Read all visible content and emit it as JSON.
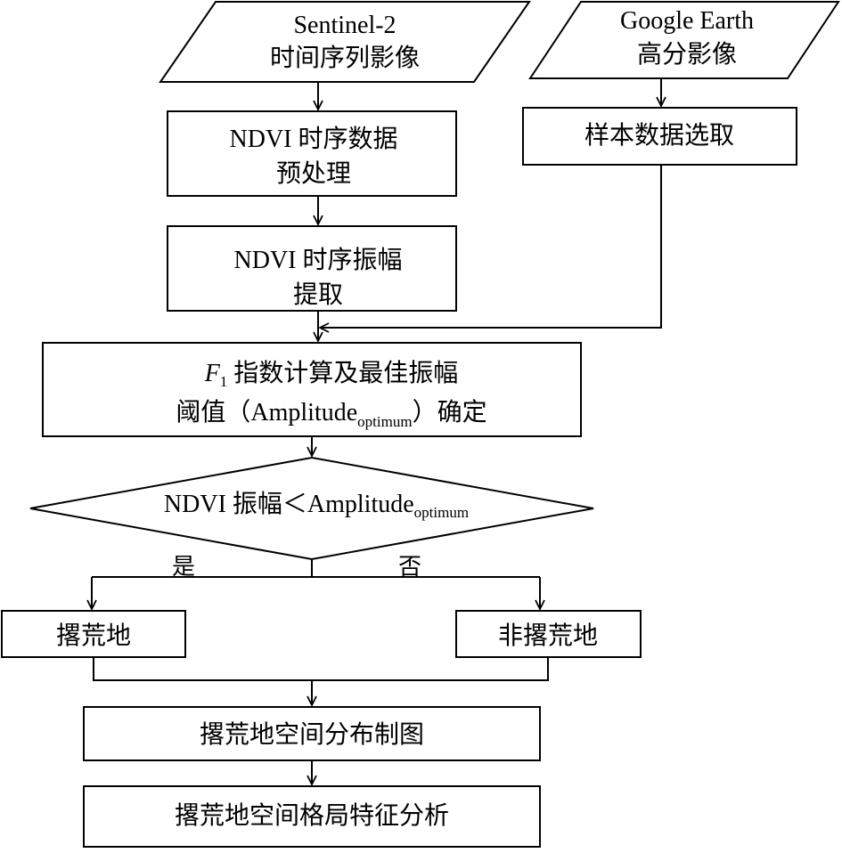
{
  "nodes": {
    "sentinel": {
      "line1": "Sentinel-2",
      "line2": "时间序列影像"
    },
    "google": {
      "line1": "Google Earth",
      "line2": "高分影像"
    },
    "sample": {
      "label": "样本数据选取"
    },
    "preprocess": {
      "line1": "NDVI 时序数据",
      "line2": "预处理"
    },
    "amplitude": {
      "line1": "NDVI 时序振幅",
      "line2": "提取"
    },
    "f1": {
      "symbol": "F",
      "symbol_sub": "1",
      "line1_rest": " 指数计算及最佳振幅",
      "line2_pre": "阈值（Amplitude",
      "line2_sub": "optimum",
      "line2_post": "）确定"
    },
    "decision": {
      "text": "NDVI 振幅＜Amplitude",
      "sub": "optimum"
    },
    "abandoned": {
      "label": "撂荒地"
    },
    "non_abandoned": {
      "label": "非撂荒地"
    },
    "mapping": {
      "label": "撂荒地空间分布制图"
    },
    "pattern": {
      "label": "撂荒地空间格局特征分析"
    }
  },
  "edges": {
    "yes_label": "是",
    "no_label": "否"
  }
}
